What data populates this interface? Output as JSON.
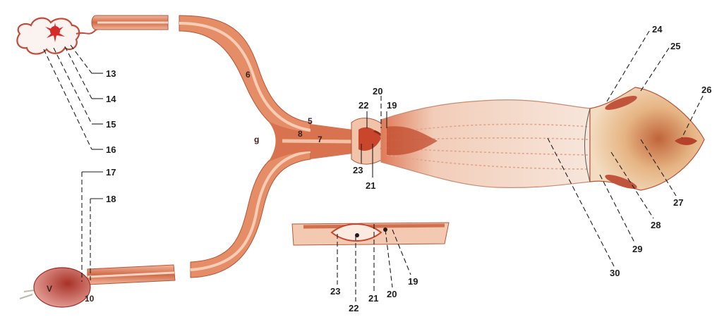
{
  "labels": {
    "n13": "13",
    "n14": "14",
    "n15": "15",
    "n16": "16",
    "n17": "17",
    "n18": "18",
    "n20a": "20",
    "n22a": "22",
    "n19a": "19",
    "n23a": "23",
    "n21a": "21",
    "n24": "24",
    "n25": "25",
    "n26": "26",
    "n27": "27",
    "n28": "28",
    "n29": "29",
    "n30": "30",
    "n23b": "23",
    "n22b": "22",
    "n21b": "21",
    "n20b": "20",
    "n19b": "19"
  },
  "inline_letters": {
    "l6": "6",
    "l8": "8",
    "l9": "g",
    "l7": "7",
    "l5": "5",
    "l10": "10",
    "lV": "V"
  },
  "colors": {
    "tube_outer": "#e8a07e",
    "tube_inner": "#c9583c",
    "tube_core": "#f4c4ad",
    "vestibule": "#f6e2d6",
    "vestibule_stripe": "#d88f76",
    "vulva_fill": "#efc79a",
    "vulva_center": "#b85a2e",
    "ovary_edge": "#c44a3a",
    "follicle": "#d52a2a"
  }
}
